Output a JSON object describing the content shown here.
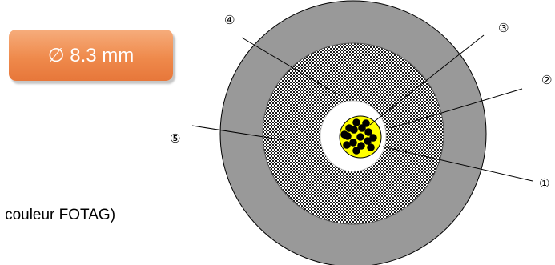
{
  "badge": {
    "diameter_text": "∅ 8.3 mm"
  },
  "note": {
    "text": "le couleur FOTAG)"
  },
  "callouts": {
    "c1": "①",
    "c2": "②",
    "c3": "③",
    "c4": "④",
    "c5": "⑤"
  },
  "colors": {
    "badge_orange": "#ef8a4c",
    "outer_jacket_gray": "#999999",
    "braid_dark": "#1a1a1a",
    "braid_light": "#ffffff",
    "tube_white": "#ffffff",
    "fiber_bundle_yellow": "#ffff00",
    "fiber_black": "#000000"
  }
}
